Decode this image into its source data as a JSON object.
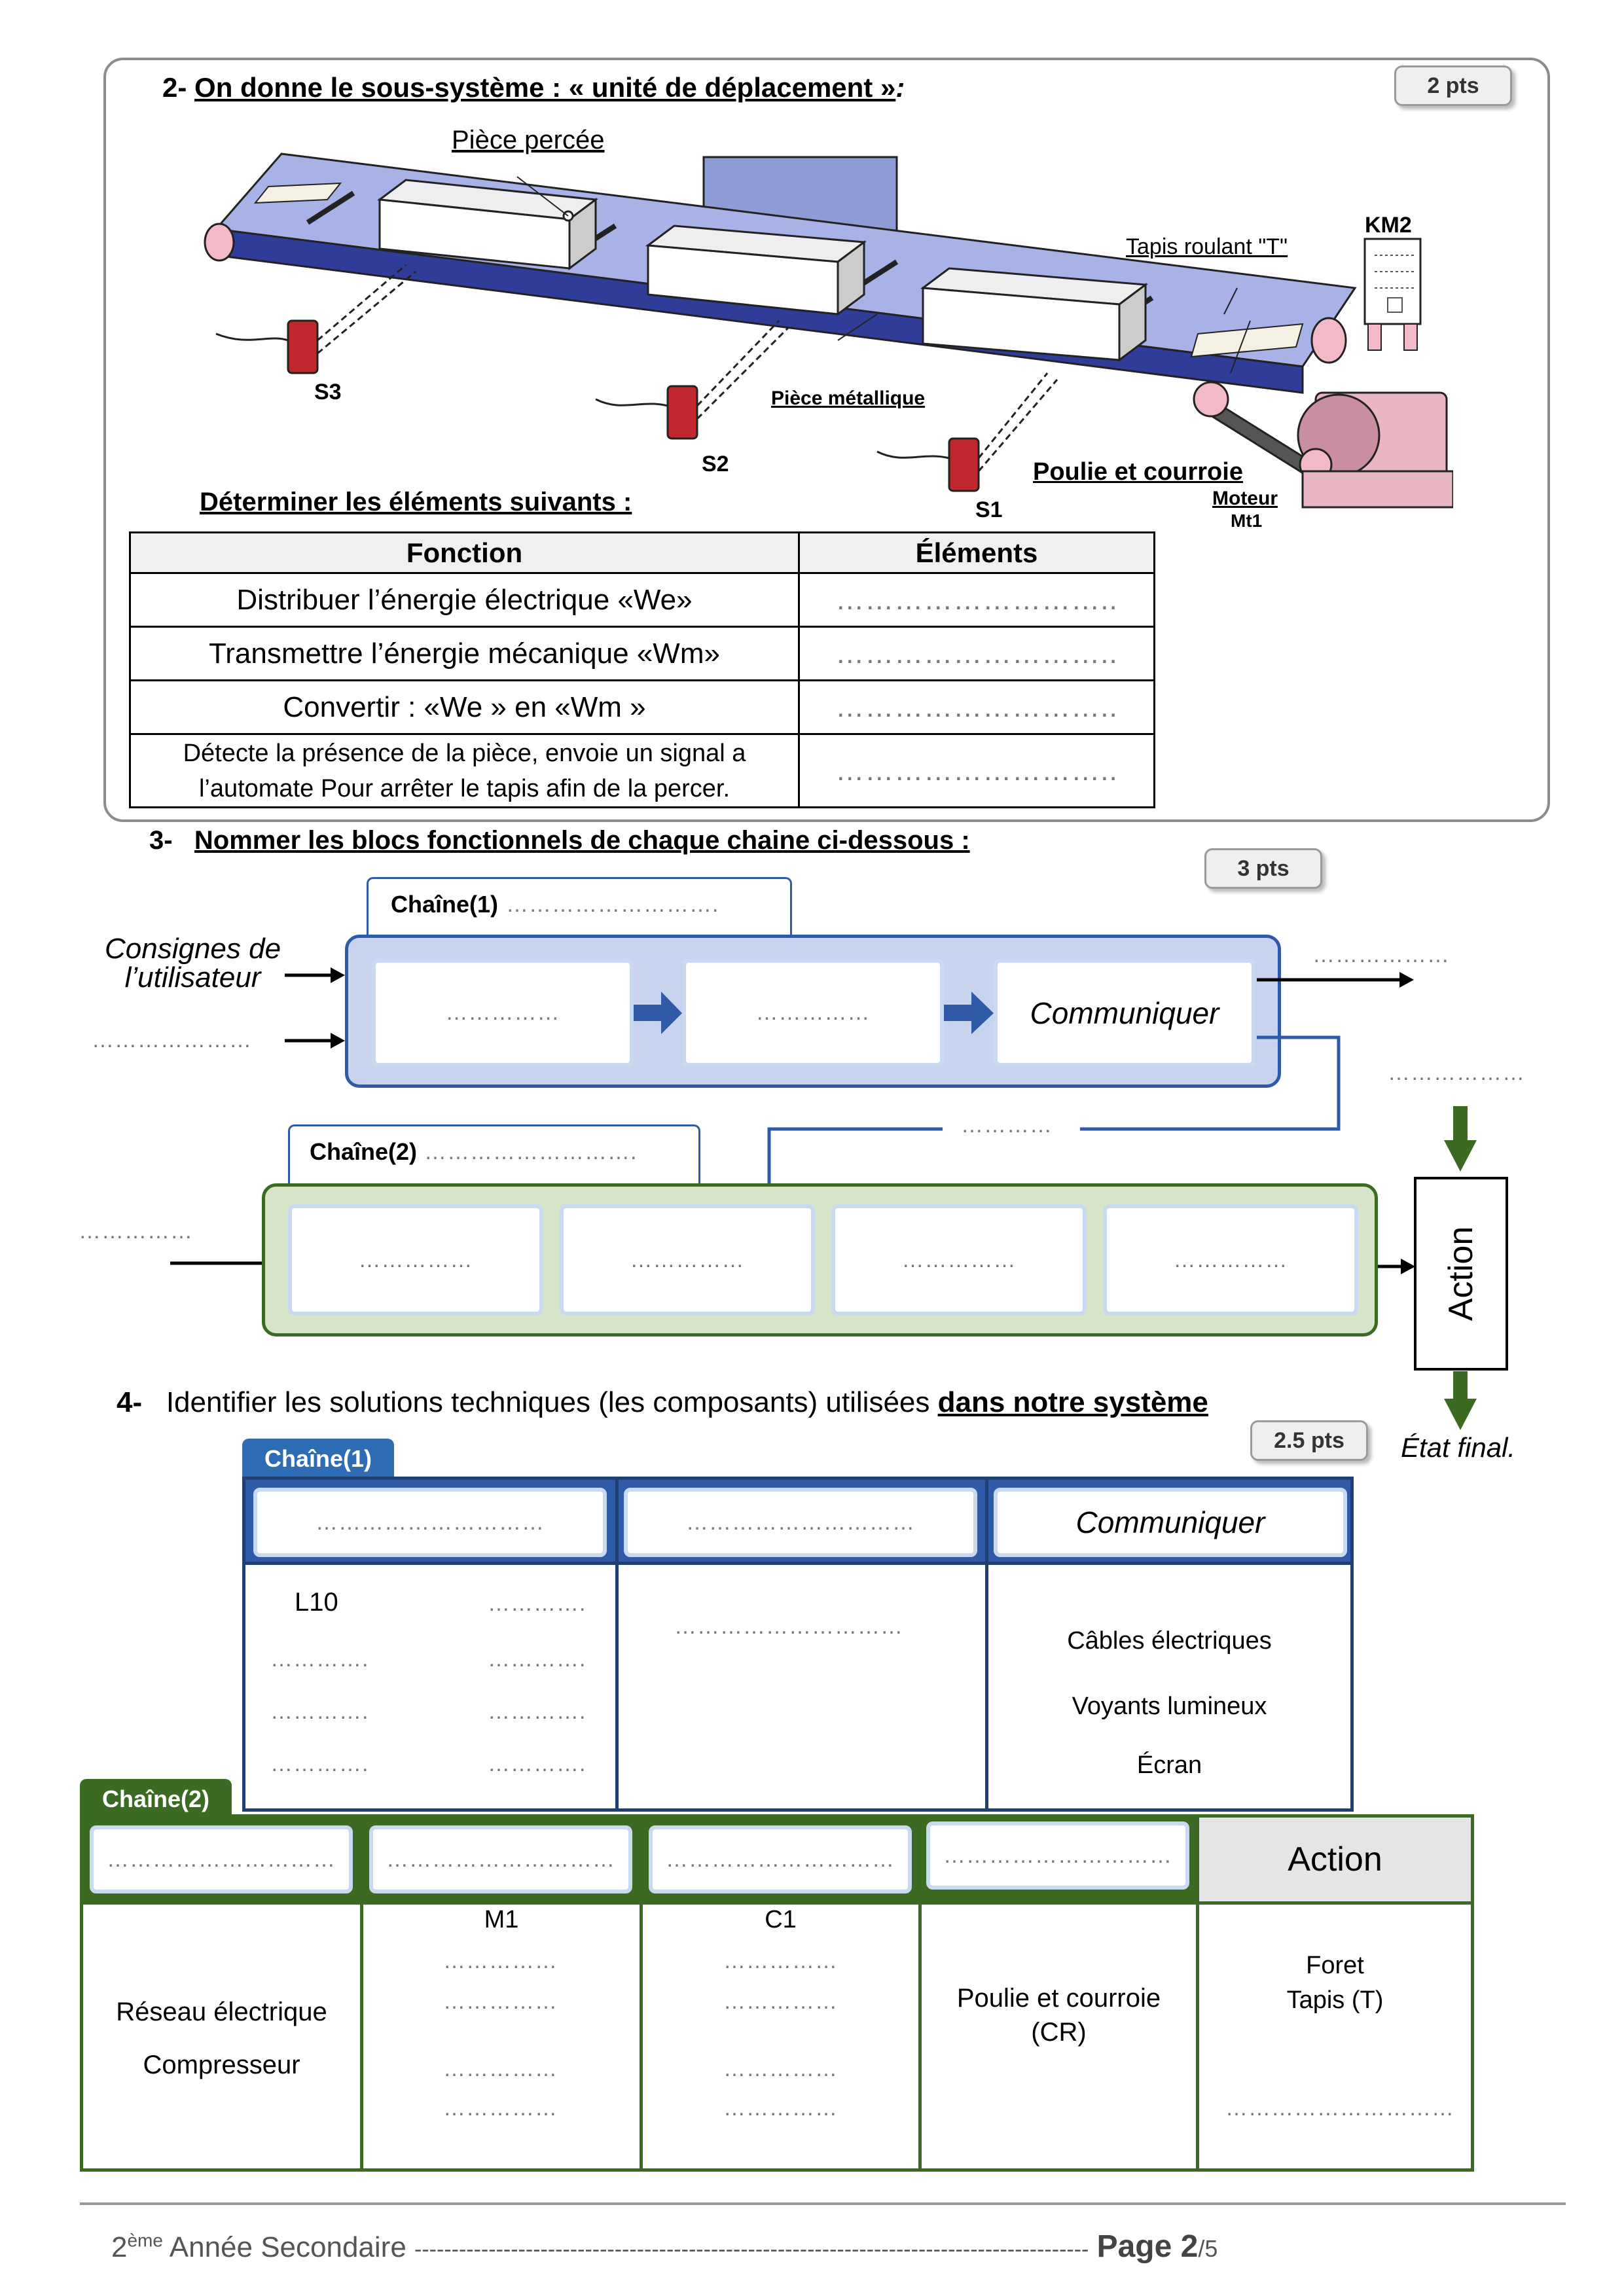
{
  "section2": {
    "number": "2-",
    "title": "On donne le sous-système : « unité de déplacement »",
    "title_suffix": ":",
    "points": "2 pts",
    "figure_labels": {
      "piece_percee": "Pièce percée",
      "tapis": "Tapis roulant \"T\"",
      "km2": "KM2",
      "s3": "S3",
      "s2": "S2",
      "s1": "S1",
      "piece_metallique": "Pièce métallique",
      "poulie": "Poulie et courroie",
      "moteur": "Moteur",
      "mt1": "Mt1"
    },
    "determine": "Déterminer les éléments suivants :",
    "table": {
      "headers": [
        "Fonction",
        "Éléments"
      ],
      "rows": [
        {
          "fonction": "Distribuer l’énergie électrique «We»",
          "element": "……………………….."
        },
        {
          "fonction": "Transmettre l’énergie mécanique «Wm»",
          "element": "……………………….."
        },
        {
          "fonction": "Convertir : «We » en «Wm »",
          "element": "……………………….."
        },
        {
          "fonction_line1": "Détecte la présence de la pièce, envoie un signal a",
          "fonction_line2": "l’automate Pour arrêter le tapis afin de la percer.",
          "element": "……………………….."
        }
      ]
    }
  },
  "section3": {
    "number": "3-",
    "title": "Nommer les blocs fonctionnels de chaque chaine ci-dessous :",
    "points": "3 pts",
    "chain1_label": "Chaîne(1)",
    "chain1_dots": "……………………….",
    "chain2_label": "Chaîne(2)",
    "chain2_dots": "……………………….",
    "consignes_line1": "Consignes de",
    "consignes_line2": "l’utilisateur",
    "left_dots1": "…………………",
    "right_dots1": "………………",
    "right_dots2": "………………",
    "middle_dots": "…………",
    "left_dots2": "……………",
    "block_dots": "……………",
    "communiquer": "Communiquer",
    "action": "Action",
    "etat_final": "État final."
  },
  "section4": {
    "number": "4-",
    "title_plain": "Identifier les solutions techniques (les composants) utilisées ",
    "title_underlined": "dans notre système",
    "points": "2.5 pts",
    "chain1": {
      "label": "Chaîne(1)",
      "header_dots": "…………………………",
      "communiquer": "Communiquer",
      "l10": "L10",
      "small_dots": "………….",
      "col2_dots": "…………………………",
      "col3_items": [
        "Câbles électriques",
        "Voyants lumineux",
        "Écran"
      ]
    },
    "chain2": {
      "label": "Chaîne(2)",
      "header_dots": "…………………………",
      "action": "Action",
      "col1_items": [
        "Réseau électrique",
        "Compresseur"
      ],
      "m1": "M1",
      "c1": "C1",
      "small_dots": "……………",
      "col4_line1": "Poulie et courroie",
      "col4_line2": "(CR)",
      "col5_items": [
        "Foret",
        "Tapis (T)"
      ],
      "col5_dots": "…………………………"
    }
  },
  "footer": {
    "level": "2",
    "sup": "ème",
    "text": " Année Secondaire ",
    "dashes": "-------------------------------------------------------------------------------------------",
    "page": "Page 2",
    "total": "/5"
  }
}
